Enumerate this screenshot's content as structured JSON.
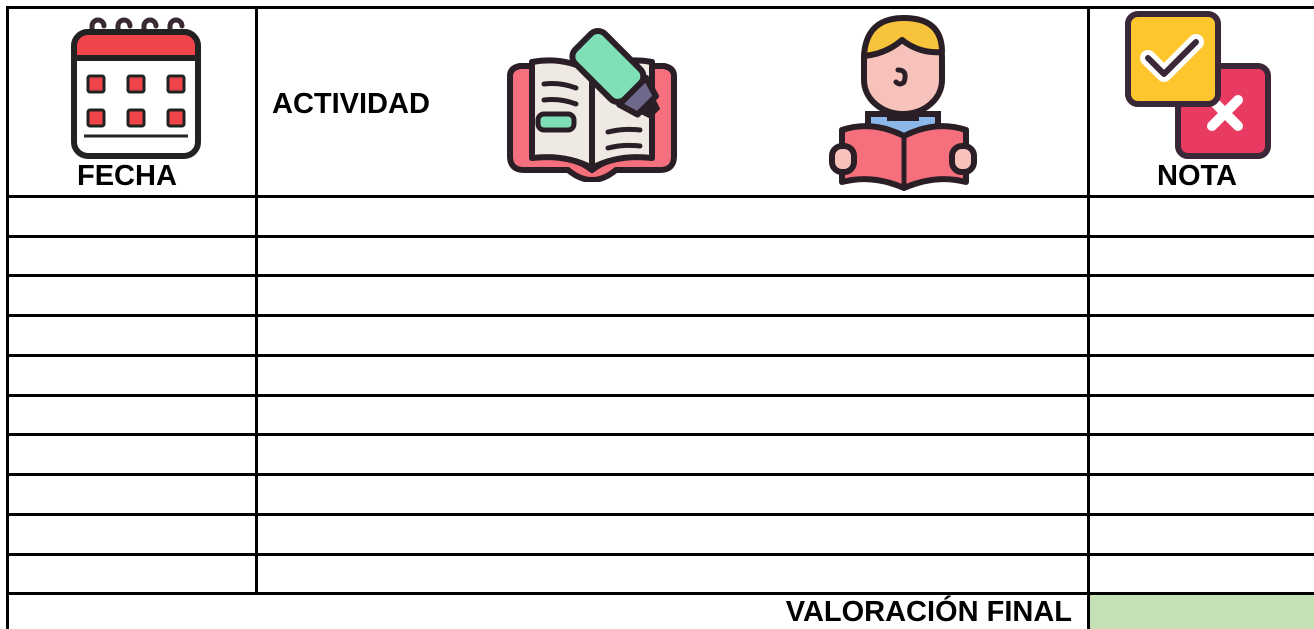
{
  "header": {
    "fecha_label": "FECHA",
    "actividad_label": "ACTIVIDAD",
    "nota_label": "NOTA"
  },
  "icons": {
    "fecha": "calendar-icon",
    "actividad_1": "book-highlighter-icon",
    "actividad_2": "student-reading-icon",
    "nota": "check-cross-icon"
  },
  "rows": [
    {
      "fecha": "",
      "actividad": "",
      "nota": ""
    },
    {
      "fecha": "",
      "actividad": "",
      "nota": ""
    },
    {
      "fecha": "",
      "actividad": "",
      "nota": ""
    },
    {
      "fecha": "",
      "actividad": "",
      "nota": ""
    },
    {
      "fecha": "",
      "actividad": "",
      "nota": ""
    },
    {
      "fecha": "",
      "actividad": "",
      "nota": ""
    },
    {
      "fecha": "",
      "actividad": "",
      "nota": ""
    },
    {
      "fecha": "",
      "actividad": "",
      "nota": ""
    },
    {
      "fecha": "",
      "actividad": "",
      "nota": ""
    },
    {
      "fecha": "",
      "actividad": "",
      "nota": ""
    }
  ],
  "footer": {
    "label": "VALORACIÓN FINAL",
    "value": ""
  },
  "colors": {
    "grid": "#000000",
    "final_cell": "#c5e0b4",
    "calendar_red": "#f0434a",
    "book_pink": "#f5707c",
    "highlighter_green": "#7fe0b8",
    "hair_yellow": "#f7c33a",
    "check_yellow": "#fcc62c",
    "cross_pink": "#e93a62",
    "outline_dark": "#3f2b3a"
  }
}
